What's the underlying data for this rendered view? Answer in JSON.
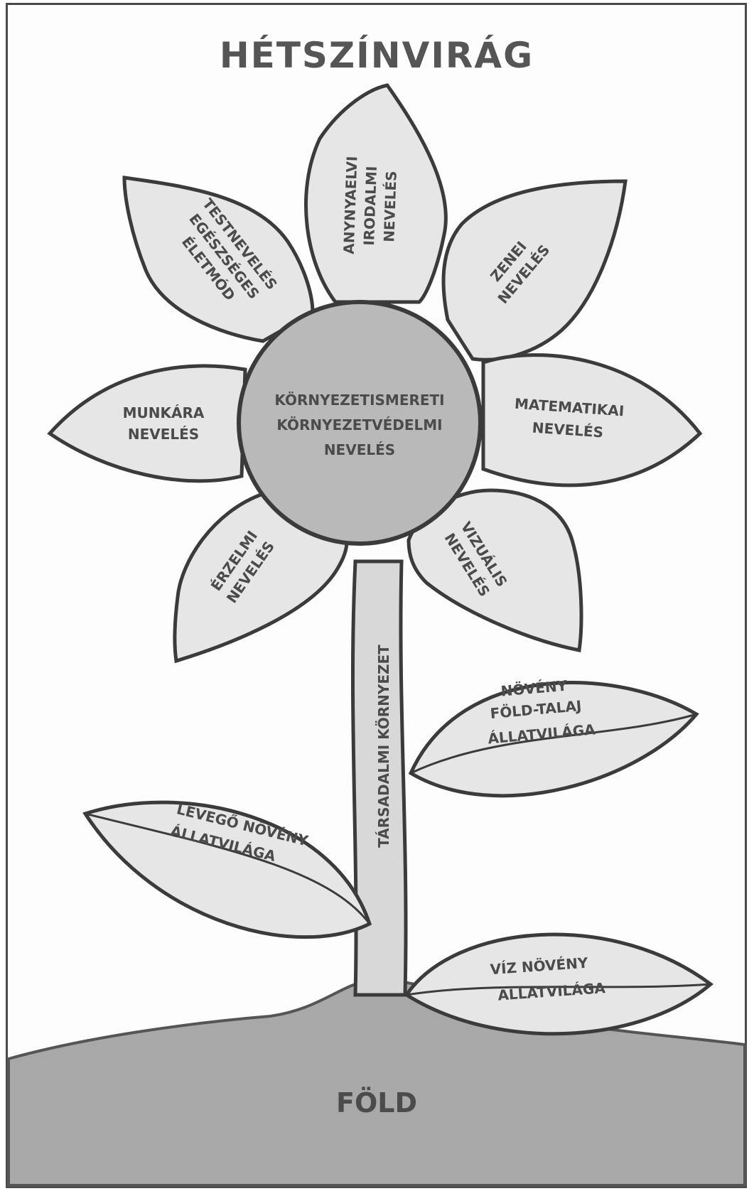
{
  "title": "HÉTSZÍNVIRÁG",
  "center": {
    "lines": [
      "KÖRNYEZETISMERETI",
      "KÖRNYEZETVÉDELMI",
      "NEVELÉS"
    ]
  },
  "petals": {
    "top": [
      "ANYNYAELVI",
      "IRODALMI",
      "NEVELÉS"
    ],
    "top_left": [
      "TESTNEVELÉS",
      "EGÉSZSÉGES",
      "ÉLETMÓD"
    ],
    "top_right": [
      "ZENEI",
      "NEVELÉS"
    ],
    "left": [
      "MUNKÁRA",
      "NEVELÉS"
    ],
    "right": [
      "MATEMATIKAI",
      "NEVELÉS"
    ],
    "bottom_left": [
      "ÉRZELMI",
      "NEVELÉS"
    ],
    "bottom_right": [
      "VIZUÁLIS",
      "NEVELÉS"
    ]
  },
  "stem_label": "TÁRSADALMI KÖRNYEZET",
  "leaves": {
    "upper_right": [
      "NÖVÉNY",
      "FÖLD-TALAJ",
      "ÁLLATVILÁGA"
    ],
    "left": [
      "LEVEGŐ  NÖVÉNY",
      "ÁLLATVILÁGA"
    ],
    "lower_right": [
      "VÍZ  NÖVÉNY",
      "ÁLLATVILÁGA"
    ]
  },
  "ground_label": "FÖLD",
  "colors": {
    "petal_fill": "#e6e6e6",
    "center_fill": "#b9b9b9",
    "ground_fill": "#a8a8a8",
    "outline": "#3b3b3b"
  }
}
